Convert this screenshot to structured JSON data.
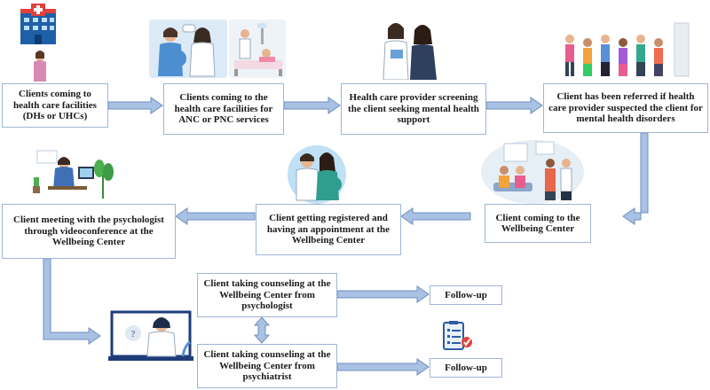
{
  "steps": {
    "s1": "Clients coming to health care facilities (DHs or UHCs)",
    "s2": "Clients coming to the health care facilities for ANC or PNC services",
    "s3": "Health care provider screening the client seeking mental health support",
    "s4": "Client has been referred if health care provider suspected the client for mental health disorders",
    "s5": "Client coming to the Wellbeing Center",
    "s6": "Client getting registered and having an appointment at the Wellbeing Center",
    "s7": "Client meeting with the psychologist through videoconference at the Wellbeing Center",
    "s8": "Client taking counseling at the Wellbeing Center from psychologist",
    "s9": "Client taking counseling at the Wellbeing Center from psychiatrist",
    "f1": "Follow-up",
    "f2": "Follow-up"
  },
  "colors": {
    "arrow_fill": "#a9c1e3",
    "arrow_stroke": "#6f8fbf",
    "box_border": "#9fb6d6"
  }
}
